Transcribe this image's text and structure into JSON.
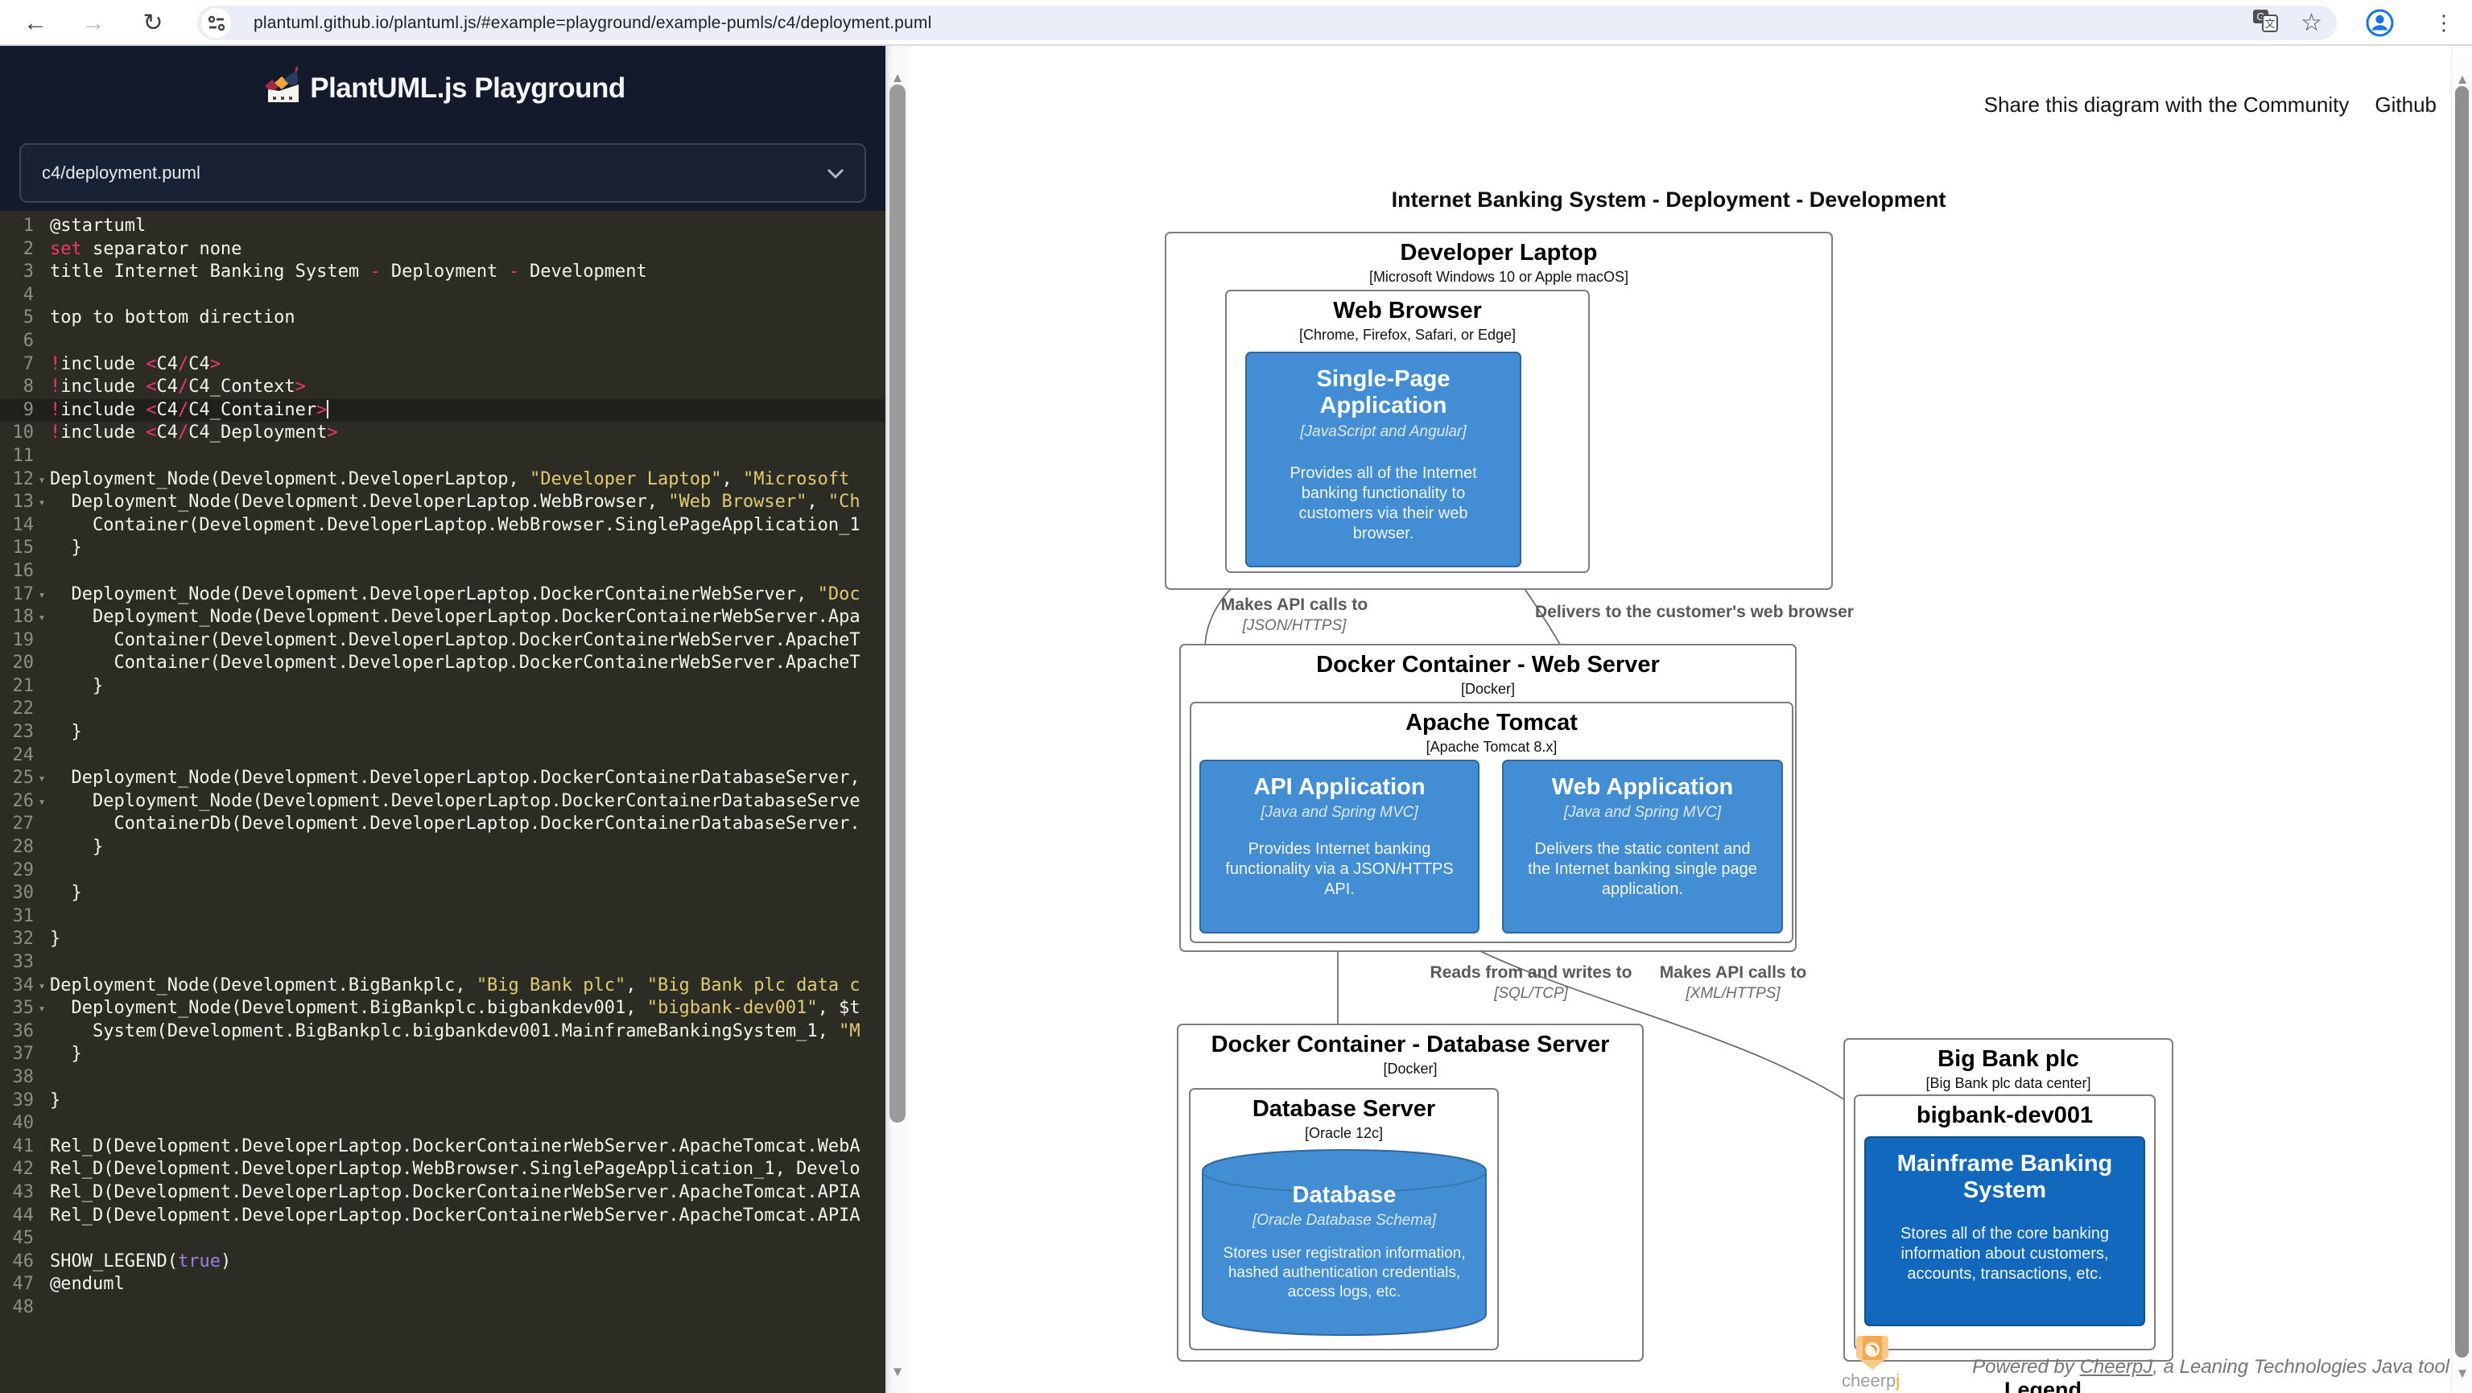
{
  "browser": {
    "url": "plantuml.github.io/plantuml.js/#example=playground/example-pumls/c4/deployment.puml"
  },
  "panel": {
    "title": "PlantUML.js Playground",
    "file_selector_value": "c4/deployment.puml"
  },
  "editor": {
    "lines": [
      {
        "n": 1,
        "seg": [
          [
            "w",
            "@startuml"
          ]
        ]
      },
      {
        "n": 2,
        "seg": [
          [
            "p",
            "set"
          ],
          [
            "w",
            " separator none"
          ]
        ]
      },
      {
        "n": 3,
        "seg": [
          [
            "w",
            "title Internet Banking System "
          ],
          [
            "p",
            "-"
          ],
          [
            "w",
            " Deployment "
          ],
          [
            "p",
            "-"
          ],
          [
            "w",
            " Development"
          ]
        ]
      },
      {
        "n": 4,
        "seg": []
      },
      {
        "n": 5,
        "seg": [
          [
            "w",
            "top to bottom direction"
          ]
        ]
      },
      {
        "n": 6,
        "seg": []
      },
      {
        "n": 7,
        "seg": [
          [
            "p",
            "!"
          ],
          [
            "w",
            "include "
          ],
          [
            "p",
            "<"
          ],
          [
            "w",
            "C4"
          ],
          [
            "p",
            "/"
          ],
          [
            "w",
            "C4"
          ],
          [
            "p",
            ">"
          ]
        ]
      },
      {
        "n": 8,
        "seg": [
          [
            "p",
            "!"
          ],
          [
            "w",
            "include "
          ],
          [
            "p",
            "<"
          ],
          [
            "w",
            "C4"
          ],
          [
            "p",
            "/"
          ],
          [
            "w",
            "C4_Context"
          ],
          [
            "p",
            ">"
          ]
        ]
      },
      {
        "n": 9,
        "active": true,
        "cursor": true,
        "seg": [
          [
            "p",
            "!"
          ],
          [
            "w",
            "include "
          ],
          [
            "p",
            "<"
          ],
          [
            "w",
            "C4"
          ],
          [
            "p",
            "/"
          ],
          [
            "w",
            "C4_Container"
          ],
          [
            "p",
            ">"
          ]
        ]
      },
      {
        "n": 10,
        "seg": [
          [
            "p",
            "!"
          ],
          [
            "w",
            "include "
          ],
          [
            "p",
            "<"
          ],
          [
            "w",
            "C4"
          ],
          [
            "p",
            "/"
          ],
          [
            "w",
            "C4_Deployment"
          ],
          [
            "p",
            ">"
          ]
        ]
      },
      {
        "n": 11,
        "seg": []
      },
      {
        "n": 12,
        "fold": true,
        "seg": [
          [
            "w",
            "Deployment_Node(Development.DeveloperLaptop, "
          ],
          [
            "y",
            "\"Developer Laptop\""
          ],
          [
            "w",
            ", "
          ],
          [
            "y",
            "\"Microsoft"
          ]
        ]
      },
      {
        "n": 13,
        "fold": true,
        "seg": [
          [
            "w",
            "  Deployment_Node(Development.DeveloperLaptop.WebBrowser, "
          ],
          [
            "y",
            "\"Web Browser\""
          ],
          [
            "w",
            ", "
          ],
          [
            "y",
            "\"Ch"
          ]
        ]
      },
      {
        "n": 14,
        "seg": [
          [
            "w",
            "    Container(Development.DeveloperLaptop.WebBrowser.SinglePageApplication_1"
          ]
        ]
      },
      {
        "n": 15,
        "seg": [
          [
            "w",
            "  }"
          ]
        ]
      },
      {
        "n": 16,
        "seg": []
      },
      {
        "n": 17,
        "fold": true,
        "seg": [
          [
            "w",
            "  Deployment_Node(Development.DeveloperLaptop.DockerContainerWebServer, "
          ],
          [
            "y",
            "\"Doc"
          ]
        ]
      },
      {
        "n": 18,
        "fold": true,
        "seg": [
          [
            "w",
            "    Deployment_Node(Development.DeveloperLaptop.DockerContainerWebServer.Apa"
          ]
        ]
      },
      {
        "n": 19,
        "seg": [
          [
            "w",
            "      Container(Development.DeveloperLaptop.DockerContainerWebServer.ApacheT"
          ]
        ]
      },
      {
        "n": 20,
        "seg": [
          [
            "w",
            "      Container(Development.DeveloperLaptop.DockerContainerWebServer.ApacheT"
          ]
        ]
      },
      {
        "n": 21,
        "seg": [
          [
            "w",
            "    }"
          ]
        ]
      },
      {
        "n": 22,
        "seg": []
      },
      {
        "n": 23,
        "seg": [
          [
            "w",
            "  }"
          ]
        ]
      },
      {
        "n": 24,
        "seg": []
      },
      {
        "n": 25,
        "fold": true,
        "seg": [
          [
            "w",
            "  Deployment_Node(Development.DeveloperLaptop.DockerContainerDatabaseServer,"
          ]
        ]
      },
      {
        "n": 26,
        "fold": true,
        "seg": [
          [
            "w",
            "    Deployment_Node(Development.DeveloperLaptop.DockerContainerDatabaseServe"
          ]
        ]
      },
      {
        "n": 27,
        "seg": [
          [
            "w",
            "      ContainerDb(Development.DeveloperLaptop.DockerContainerDatabaseServer."
          ]
        ]
      },
      {
        "n": 28,
        "seg": [
          [
            "w",
            "    }"
          ]
        ]
      },
      {
        "n": 29,
        "seg": []
      },
      {
        "n": 30,
        "seg": [
          [
            "w",
            "  }"
          ]
        ]
      },
      {
        "n": 31,
        "seg": []
      },
      {
        "n": 32,
        "seg": [
          [
            "w",
            "}"
          ]
        ]
      },
      {
        "n": 33,
        "seg": []
      },
      {
        "n": 34,
        "fold": true,
        "seg": [
          [
            "w",
            "Deployment_Node(Development.BigBankplc, "
          ],
          [
            "y",
            "\"Big Bank plc\""
          ],
          [
            "w",
            ", "
          ],
          [
            "y",
            "\"Big Bank plc data c"
          ]
        ]
      },
      {
        "n": 35,
        "fold": true,
        "seg": [
          [
            "w",
            "  Deployment_Node(Development.BigBankplc.bigbankdev001, "
          ],
          [
            "y",
            "\"bigbank-dev001\""
          ],
          [
            "w",
            ", $t"
          ]
        ]
      },
      {
        "n": 36,
        "seg": [
          [
            "w",
            "    System(Development.BigBankplc.bigbankdev001.MainframeBankingSystem_1, "
          ],
          [
            "y",
            "\"M"
          ]
        ]
      },
      {
        "n": 37,
        "seg": [
          [
            "w",
            "  }"
          ]
        ]
      },
      {
        "n": 38,
        "seg": []
      },
      {
        "n": 39,
        "seg": [
          [
            "w",
            "}"
          ]
        ]
      },
      {
        "n": 40,
        "seg": []
      },
      {
        "n": 41,
        "seg": [
          [
            "w",
            "Rel_D(Development.DeveloperLaptop.DockerContainerWebServer.ApacheTomcat.WebA"
          ]
        ]
      },
      {
        "n": 42,
        "seg": [
          [
            "w",
            "Rel_D(Development.DeveloperLaptop.WebBrowser.SinglePageApplication_1, Develo"
          ]
        ]
      },
      {
        "n": 43,
        "seg": [
          [
            "w",
            "Rel_D(Development.DeveloperLaptop.DockerContainerWebServer.ApacheTomcat.APIA"
          ]
        ]
      },
      {
        "n": 44,
        "seg": [
          [
            "w",
            "Rel_D(Development.DeveloperLaptop.DockerContainerWebServer.ApacheTomcat.APIA"
          ]
        ]
      },
      {
        "n": 45,
        "seg": []
      },
      {
        "n": 46,
        "seg": [
          [
            "w",
            "SHOW_LEGEND("
          ],
          [
            "v",
            "true"
          ],
          [
            "w",
            ")"
          ]
        ]
      },
      {
        "n": 47,
        "seg": [
          [
            "w",
            "@enduml"
          ]
        ]
      },
      {
        "n": 48,
        "seg": []
      }
    ]
  },
  "share": {
    "community_label": "Share this diagram with the Community",
    "github_label": "Github"
  },
  "diagram": {
    "title": "Internet Banking System - Deployment - Development",
    "nodes": {
      "dev_laptop": {
        "title": "Developer Laptop",
        "sub": "[Microsoft Windows 10 or Apple macOS]"
      },
      "web_browser": {
        "title": "Web Browser",
        "sub": "[Chrome, Firefox, Safari, or Edge]"
      },
      "spa": {
        "title": "Single-Page Application",
        "tech": "[JavaScript and Angular]",
        "desc": "Provides all of the Internet banking functionality to customers via their web browser."
      },
      "docker_web": {
        "title": "Docker Container - Web Server",
        "sub": "[Docker]"
      },
      "tomcat": {
        "title": "Apache Tomcat",
        "sub": "[Apache Tomcat 8.x]"
      },
      "api_app": {
        "title": "API Application",
        "tech": "[Java and Spring MVC]",
        "desc": "Provides Internet banking functionality via a JSON/HTTPS API."
      },
      "web_app": {
        "title": "Web Application",
        "tech": "[Java and Spring MVC]",
        "desc": "Delivers the static content and the Internet banking single page application."
      },
      "docker_db": {
        "title": "Docker Container - Database Server",
        "sub": "[Docker]"
      },
      "db_server": {
        "title": "Database Server",
        "sub": "[Oracle 12c]"
      },
      "database": {
        "title": "Database",
        "tech": "[Oracle Database Schema]",
        "desc": "Stores user registration information, hashed authentication credentials, access logs, etc."
      },
      "bigbank": {
        "title": "Big Bank plc",
        "sub": "[Big Bank plc data center]"
      },
      "bigbank_dev": {
        "title": "bigbank-dev001"
      },
      "mainframe": {
        "title": "Mainframe Banking System",
        "desc": "Stores all of the core banking information about customers, accounts, transactions, etc."
      }
    },
    "rels": {
      "r1": {
        "label": "Makes API calls to",
        "tech": "[JSON/HTTPS]"
      },
      "r2": {
        "label": "Delivers to the customer's web browser"
      },
      "r3": {
        "label": "Reads from and writes to",
        "tech": "[SQL/TCP]"
      },
      "r4": {
        "label": "Makes API calls to",
        "tech": "[XML/HTTPS]"
      }
    },
    "legend_label": "Legend",
    "colors": {
      "container": "#438dd5",
      "system": "#1168bd"
    }
  },
  "footer": {
    "powered_prefix": "Powered by ",
    "powered_link": "CheerpJ",
    "powered_suffix": ", a Leaning Technologies Java tool",
    "cheerpj_brand": "cheerp",
    "cheerpj_brand_j": "j"
  }
}
